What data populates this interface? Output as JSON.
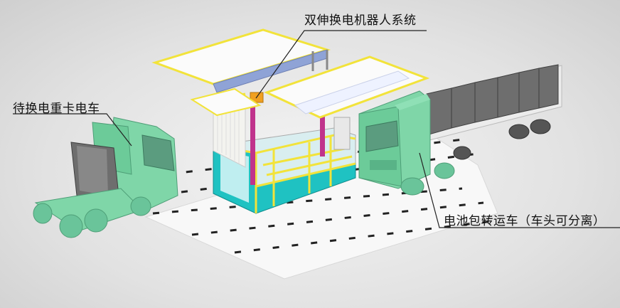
{
  "labels": {
    "robot": "双伸换电机器人系统",
    "truck": "待换电重卡电车",
    "carrier": "电池包转运车（车头可分离）"
  },
  "colors": {
    "truck_green": "#7fd6a8",
    "truck_green_dark": "#5fb98b",
    "battery_gray": "#6e6e6e",
    "battery_dark": "#4a4a4a",
    "teal_panel": "#1fc2c2",
    "frame_yellow": "#f2e33a",
    "magenta": "#c0338c",
    "orange": "#f0a020",
    "floor": "#f7f7f7",
    "lane_mark": "#2a2a2a"
  }
}
